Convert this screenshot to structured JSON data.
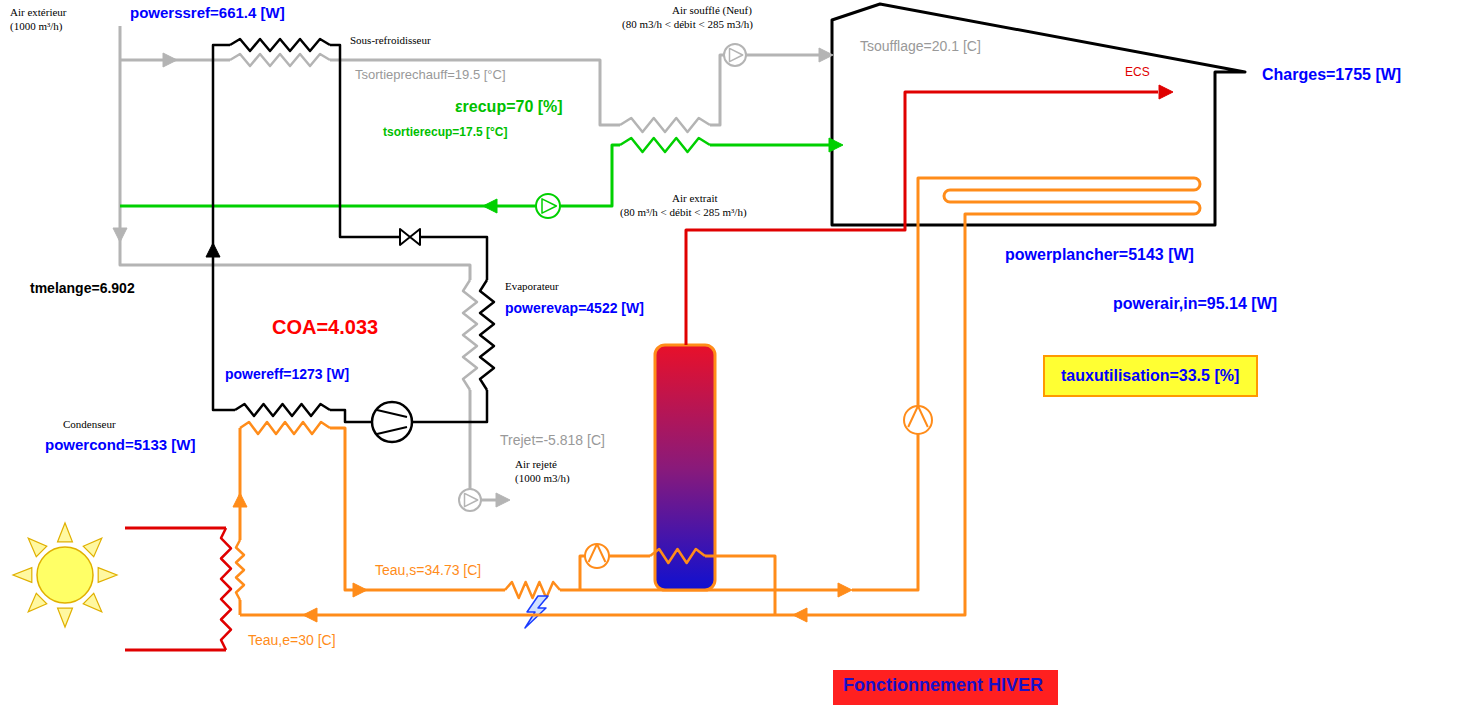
{
  "diagram": {
    "nodes": [
      {
        "text": [
          "tauxutilisation=33.5 [%]"
        ]
      },
      {
        "text": [
          "Fonctionnement HIVER"
        ]
      }
    ],
    "labels": [
      "Air extérieur",
      "(1000 m³/h)",
      "powerssref=661.4 [W]",
      "Sous-refroidisseur",
      "Tsortieprechauff=19.5 [°C]",
      "Air soufflé (Neuf)",
      "(80 m3/h < débit < 285 m3/h)",
      "εrecup=70 [%]",
      "tsortierecup=17.5 [°C]",
      "Tsoufflage=20.1 [C]",
      "ECS",
      "Charges=1755 [W]",
      "Air extrait",
      "(80 m³/h < débit < 285 m³/h)",
      "tmelange=6.902",
      "Evaporateur",
      "powerevap=4522 [W]",
      "COA=4.033",
      "powerplancher=5143 [W]",
      "powerair,in=95.14 [W]",
      "powereff=1273 [W]",
      "Condenseur",
      "powercond=5133 [W]",
      "Trejet=-5.818 [C]",
      "Air rejeté",
      "(1000 m3/h)",
      "Teau,s=34.73 [C]",
      "Teau,e=30 [C]"
    ]
  }
}
